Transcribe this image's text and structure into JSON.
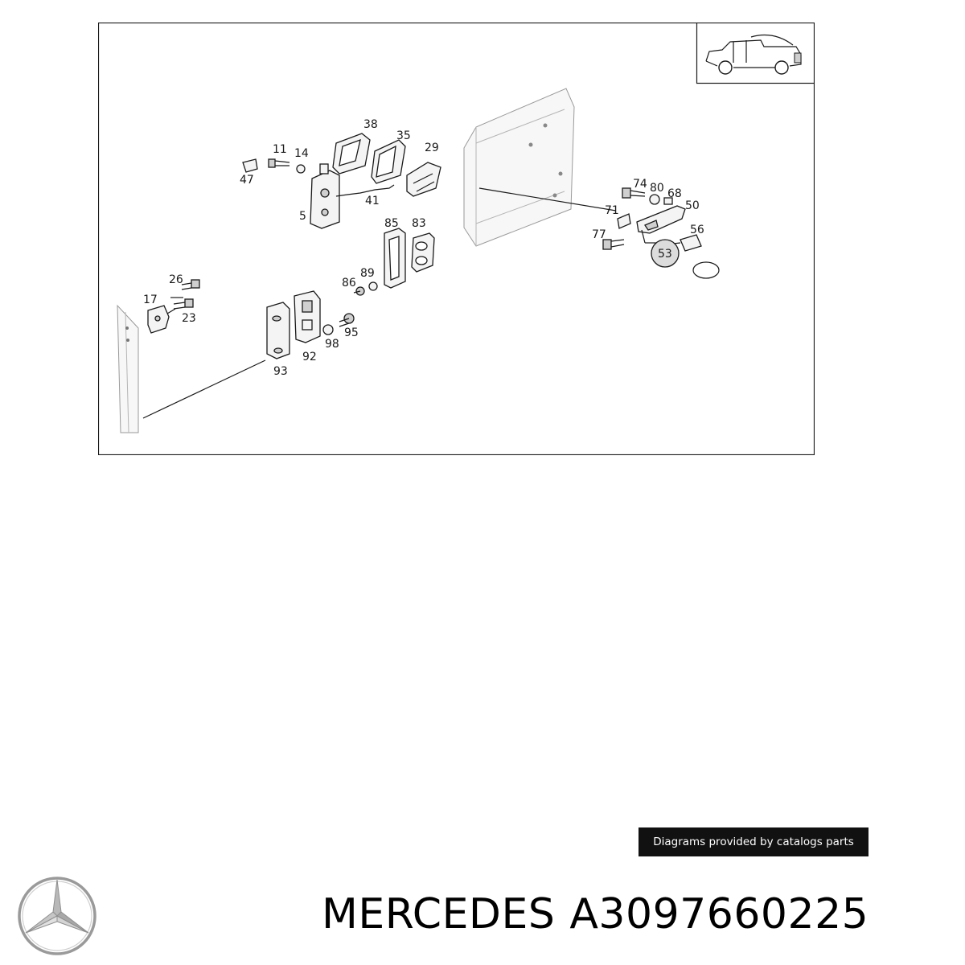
{
  "diagram": {
    "callouts": {
      "c38": "38",
      "c35": "35",
      "c29": "29",
      "c11": "11",
      "c14": "14",
      "c47": "47",
      "c41": "41",
      "c5": "5",
      "c74": "74",
      "c80": "80",
      "c68": "68",
      "c50": "50",
      "c71": "71",
      "c77": "77",
      "c56": "56",
      "c53": "53",
      "c85": "85",
      "c83": "83",
      "c89": "89",
      "c86": "86",
      "c26": "26",
      "c17": "17",
      "c23": "23",
      "c95": "95",
      "c98": "98",
      "c92": "92",
      "c93": "93"
    }
  },
  "credit": {
    "text": "Diagrams provided by catalogs parts"
  },
  "title": {
    "brand": "MERCEDES",
    "part_number": "A3097660225"
  },
  "icons": {
    "logo": "three-pointed-star-icon",
    "vehicle": "vehicle-thumbnail-icon"
  },
  "colors": {
    "ink": "#1a1a1a",
    "badge_bg": "#111111",
    "badge_text": "#ffffff",
    "logo_gray": "#9a9a9a"
  }
}
